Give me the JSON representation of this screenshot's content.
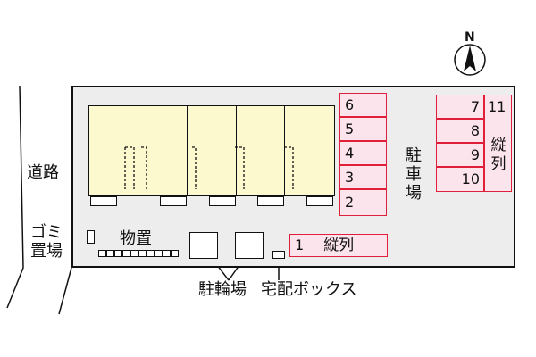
{
  "compass": {
    "label": "N"
  },
  "road_label": "道路",
  "garbage_label": [
    "ゴミ",
    "置場"
  ],
  "storage_label": "物置",
  "bicycle_label": "駐輪場",
  "delivery_box_label": "宅配ボックス",
  "parking": {
    "main_label": [
      "駐",
      "車",
      "場"
    ],
    "col_a": [
      "6",
      "5",
      "4",
      "3",
      "2"
    ],
    "col_b": [
      "7",
      "8",
      "9",
      "10"
    ],
    "spot_11": "11",
    "spot_11_label": [
      "縦",
      "列"
    ],
    "spot_1": "1",
    "spot_1_label": "縦列"
  },
  "colors": {
    "parking_fill": "#fce4ec",
    "parking_border": "#e0203a",
    "building_fill": "#fdf9cf",
    "lot_fill": "#ededed"
  }
}
